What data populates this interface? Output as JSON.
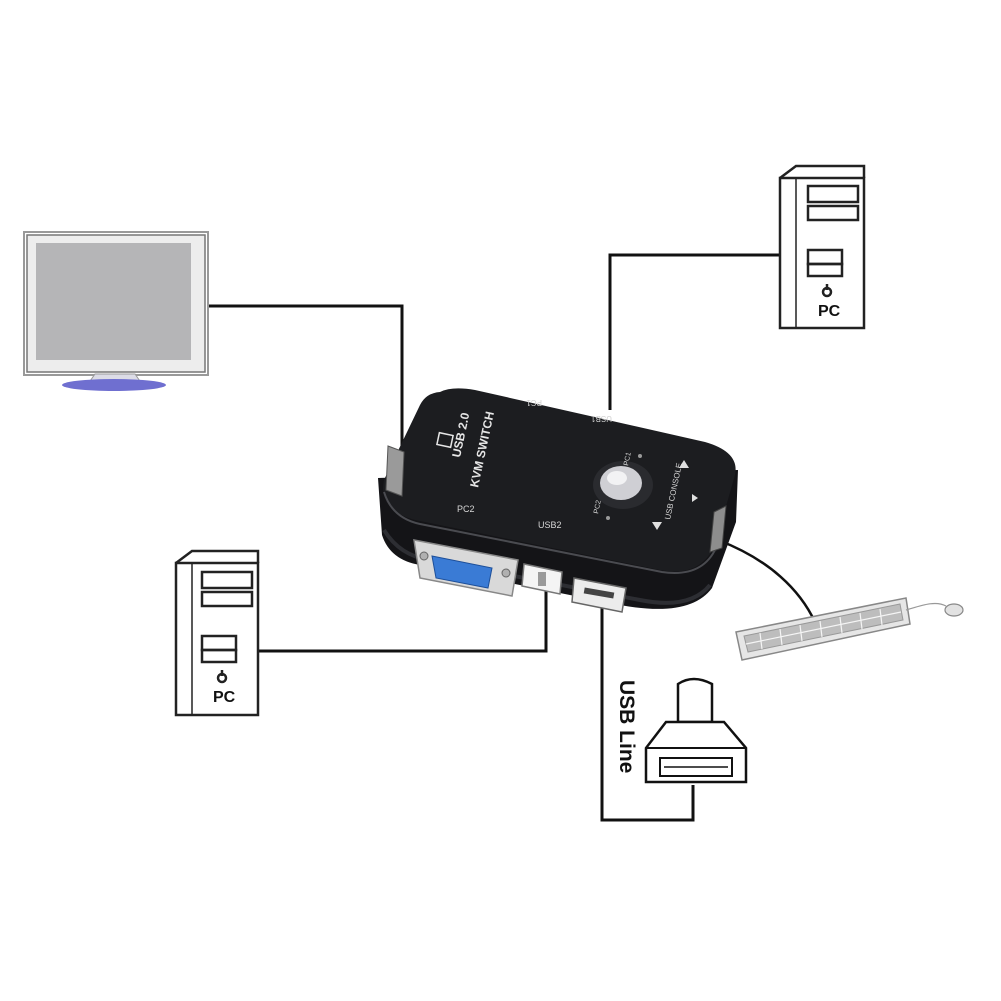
{
  "diagram": {
    "switch": {
      "title_line1": "USB 2.0",
      "title_line2": "KVM SWITCH",
      "port_pc1": "PC1",
      "port_usb1": "USB1",
      "port_pc2": "PC2",
      "port_usb2": "USB2",
      "console_label": "USB CONSOLE",
      "button_pc1": "PC1",
      "button_pc2": "PC2",
      "body_color": "#1c1d20",
      "vga_color": "#3a7bd5"
    },
    "pc_right": {
      "label": "PC"
    },
    "pc_left": {
      "label": "PC"
    },
    "usb_line_label": "USB Line",
    "monitor": {
      "screen_color": "#b5b5b7",
      "base_color": "#6f6fd0"
    }
  }
}
